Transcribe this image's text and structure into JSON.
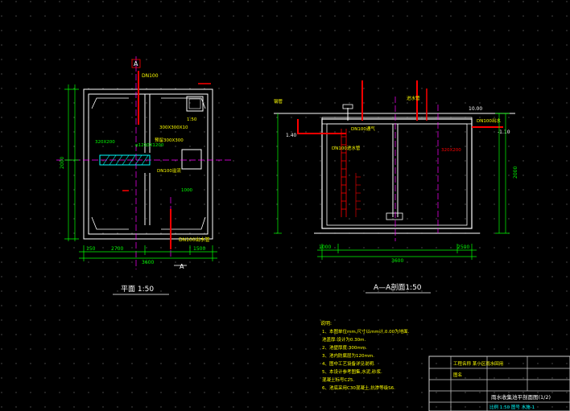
{
  "colors": {
    "background": "#000000",
    "outline": "#ffffff",
    "dimension": "#00ff00",
    "pipe": "#ff0000",
    "annotation": "#ffff00",
    "axis": "#ff00ff",
    "hatch": "#00ffff",
    "frame": "#cccccc"
  },
  "plan": {
    "title": "平面 1:50",
    "section_mark": "A",
    "pipe_in": "DN100",
    "pipe_out": "DN100出水管",
    "total_width": "3600",
    "dim_left": "2700",
    "dim_right": "1500",
    "dim_small": "150",
    "height_total": "2000",
    "labels": [
      "φ1200X1200",
      "300X300X10",
      "1:50",
      "预留300X300",
      "DN100溢流",
      "320X200",
      "1000"
    ]
  },
  "section": {
    "title": "A—A剖面1:50",
    "elev_top": "10.00",
    "elev_left": "1.40",
    "elev_right": "-1.10",
    "pipe_in": "DN100进水管",
    "pipe_out": "DN100出水",
    "dim_total": "3600",
    "dim_left": "1000",
    "dim_right": "2500",
    "height": "2000",
    "labels": [
      "钢管",
      "DN100通气",
      "进水管",
      "320X200"
    ]
  },
  "notes": {
    "heading": "说明:",
    "lines": [
      "1、本图单位mm,尺寸以mm计,0.00为地面.",
      "   池盖厚:设计为0.30m.",
      "2、池壁厚度:300mm.",
      "3、池内防腐层为120mm.",
      "4、图中工艺设备详见说明.",
      "5、本设计参考图集,水泥,砂浆.",
      "   混凝土标号C25.",
      "6、池底采用C30混凝土,抗渗等级S6."
    ]
  },
  "title_block": {
    "row1": "工程名称  某小区雨水回用",
    "row2": "图名",
    "drawing_title": "雨水收集池平剖面图(1/2)",
    "row4": "比例 1:50  图号 水施-1"
  }
}
